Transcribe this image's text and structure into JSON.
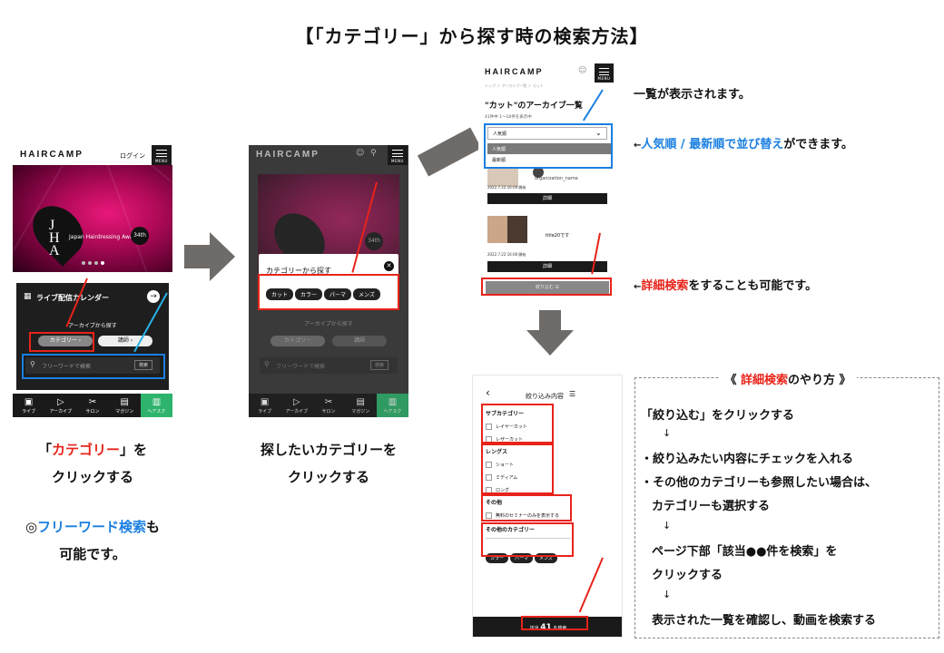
{
  "title": "【「カテゴリー」から探す時の検索方法】",
  "phone1": {
    "logo": "HAIRCAMP",
    "login": "ログイン",
    "menu": "MENU",
    "banner_letters": "JHA",
    "banner_sub": "Japan Hairdressing Awards",
    "banner_badge": "34th",
    "calendar": "ライブ配信カレンダー",
    "archive": "アーカイブから探す",
    "category_btn": "カテゴリー ›",
    "lecturer_btn": "講師 ›",
    "search_placeholder": "フリーワードで検索",
    "search_btn": "検索"
  },
  "nav": [
    "ライブ",
    "アーカイブ",
    "サロン",
    "マガジン",
    "ヘアスク"
  ],
  "caption1": {
    "a": "「",
    "b": "カテゴリー",
    "c": "」を",
    "d": "クリックする"
  },
  "caption1b": {
    "a": "◎",
    "b": "フリーワード検索",
    "c": "も",
    "d": "可能です。"
  },
  "phone2": {
    "logo": "HAIRCAMP",
    "menu": "MENU",
    "modal_title": "カテゴリーから探す",
    "tags": [
      "カット",
      "カラー",
      "パーマ",
      "メンズ"
    ],
    "archive": "アーカイブから探す",
    "category_btn": "カテゴリー",
    "lecturer_btn": "講師",
    "search_placeholder": "フリーワードで検索",
    "search_btn": "検索"
  },
  "caption2": {
    "a": "探したいカテゴリーを",
    "b": "クリックする"
  },
  "phone3": {
    "logo": "HAIRCAMP",
    "breadcrumb": "トップ ＞ アーカイブ一覧 ＞ カット",
    "heading": "\"カット\"のアーカイブ一覧",
    "count": "41件中 1〜16件を表示中",
    "sort_selected": "人気順",
    "sort_options": [
      "人気順",
      "最新順"
    ],
    "card1_name": "organization_name",
    "card1_date": "2022.7.22 16:00 開始",
    "detail": "詳細",
    "card2_title": "title20です",
    "card2_date": "2022.7.22 16:00 開始",
    "refine": "絞り込む ☰"
  },
  "note1": "一覧が表示されます。",
  "note2": {
    "arrow": "←",
    "b": "人気順 / 最新順で並び替え",
    "c": "ができます。"
  },
  "note3": {
    "arrow": "←",
    "b": "詳細検索",
    "c": "をすることも可能です。"
  },
  "phone4": {
    "back": "‹",
    "title": "絞り込み内容",
    "filter_icon": "☰",
    "sub_category": "サブカテゴリー",
    "sub_items": [
      "レイヤーカット",
      "レザーカット"
    ],
    "length": "レングス",
    "length_items": [
      "ショート",
      "ミディアム",
      "ロング"
    ],
    "other": "その他",
    "other_items": [
      "無料のセミナーのみを表示する"
    ],
    "other_category": "その他のカテゴリー",
    "other_tags": [
      "カラー",
      "パーマ",
      "メンズ"
    ],
    "footer_pre": "該当",
    "footer_count": "41",
    "footer_post": "を検索"
  },
  "howto": {
    "title_a": "《 ",
    "title_b": "詳細検索",
    "title_c": "のやり方 》",
    "steps": [
      "「絞り込む」をクリックする",
      "↓",
      "・絞り込みたい内容にチェックを入れる",
      "・その他のカテゴリーも参照したい場合は、",
      "カテゴリーも選択する",
      "↓",
      "ページ下部「該当●●件を検索」を",
      "クリックする",
      "↓",
      "表示された一覧を確認し、動画を検索する"
    ]
  },
  "colors": {
    "red": "#e8231a",
    "blue": "#1a7fe0",
    "green": "#2db36b",
    "dark": "#1e1e1e"
  }
}
